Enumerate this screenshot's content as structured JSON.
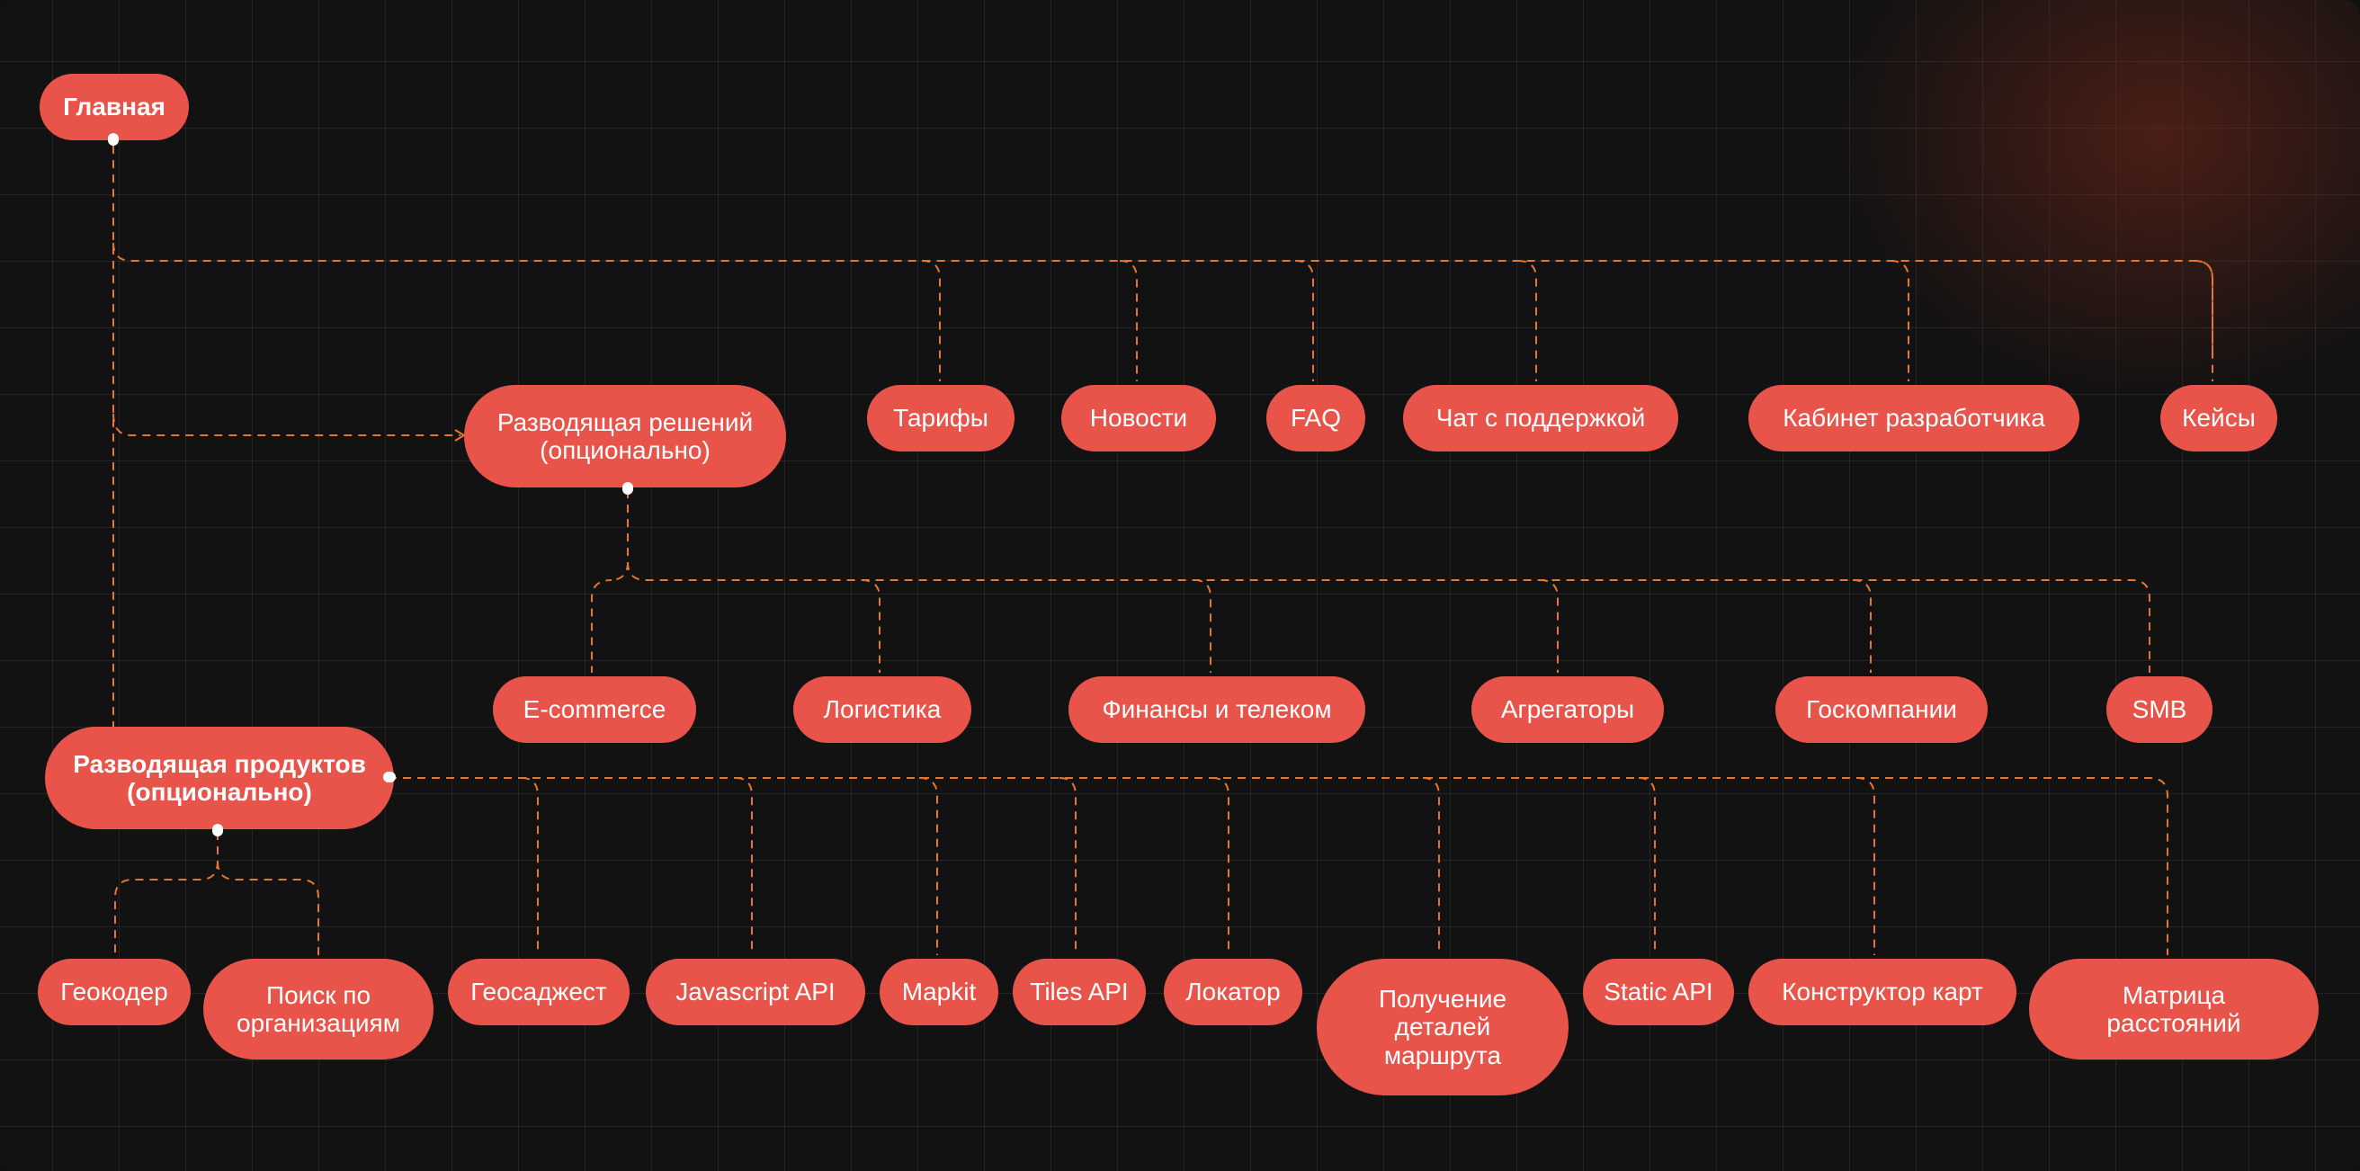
{
  "colors": {
    "background": "#121212",
    "node": "#e8544a",
    "node_text": "#ffffff",
    "edge": "#e6762f"
  },
  "nodes": {
    "main": "Главная",
    "solutions_hub": "Разводящая решений\n(опционально)",
    "products_hub": "Разводящая продуктов\n(опционально)",
    "top": {
      "tariffs": "Тарифы",
      "news": "Новости",
      "faq": "FAQ",
      "support_chat": "Чат с поддержкой",
      "dev_cabinet": "Кабинет разработчика",
      "cases": "Кейсы"
    },
    "solutions": {
      "ecommerce": "E-commerce",
      "logistics": "Логистика",
      "finance": "Финансы и телеком",
      "aggregators": "Агрегаторы",
      "gov": "Госкомпании",
      "smb": "SMB"
    },
    "products": {
      "geocoder": "Геокодер",
      "org_search": "Поиск по\nорганизациям",
      "geosuggest": "Геосаджест",
      "js_api": "Javascript API",
      "mapkit": "Mapkit",
      "tiles_api": "Tiles API",
      "locator": "Локатор",
      "route_details": "Получение\nдеталей\nмаршрута",
      "static_api": "Static API",
      "map_builder": "Конструктор карт",
      "distance_matrix": "Матрица\nрасстояний"
    }
  }
}
